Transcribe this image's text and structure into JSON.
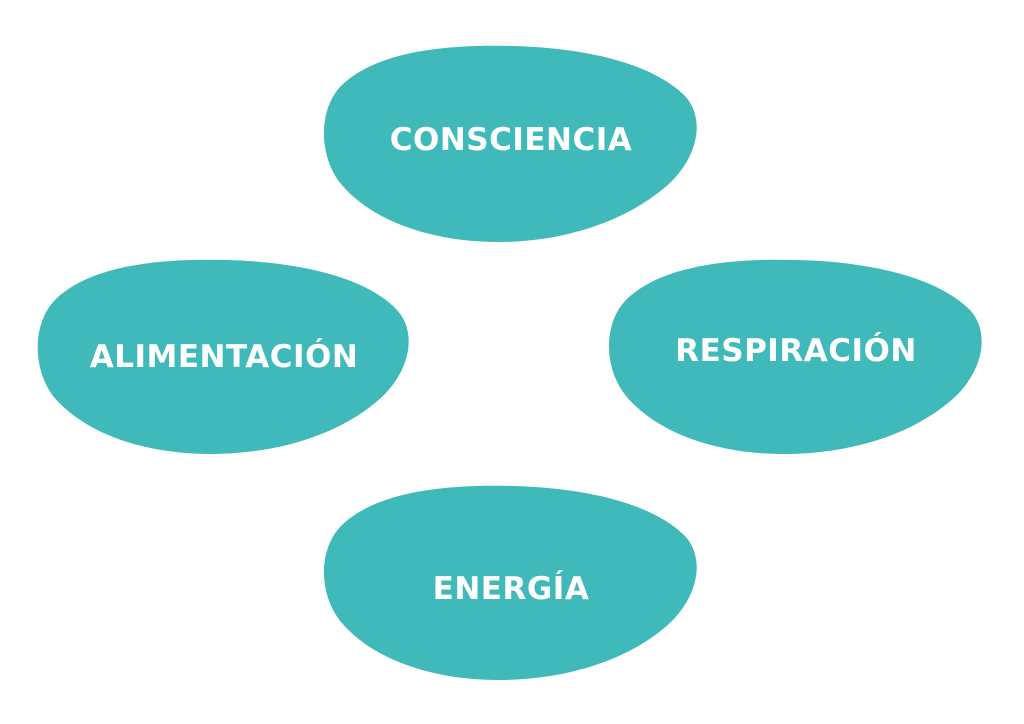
{
  "colors": {
    "blob_fill": "#3fb9b9",
    "text": "#ffffff",
    "background": "#ffffff"
  },
  "nodes": [
    {
      "id": "consciencia",
      "label": "CONSCIENCIA"
    },
    {
      "id": "alimentacion",
      "label": "ALIMENTACIÓN"
    },
    {
      "id": "respiracion",
      "label": "RESPIRACIÓN"
    },
    {
      "id": "energia",
      "label": "ENERGÍA"
    }
  ]
}
